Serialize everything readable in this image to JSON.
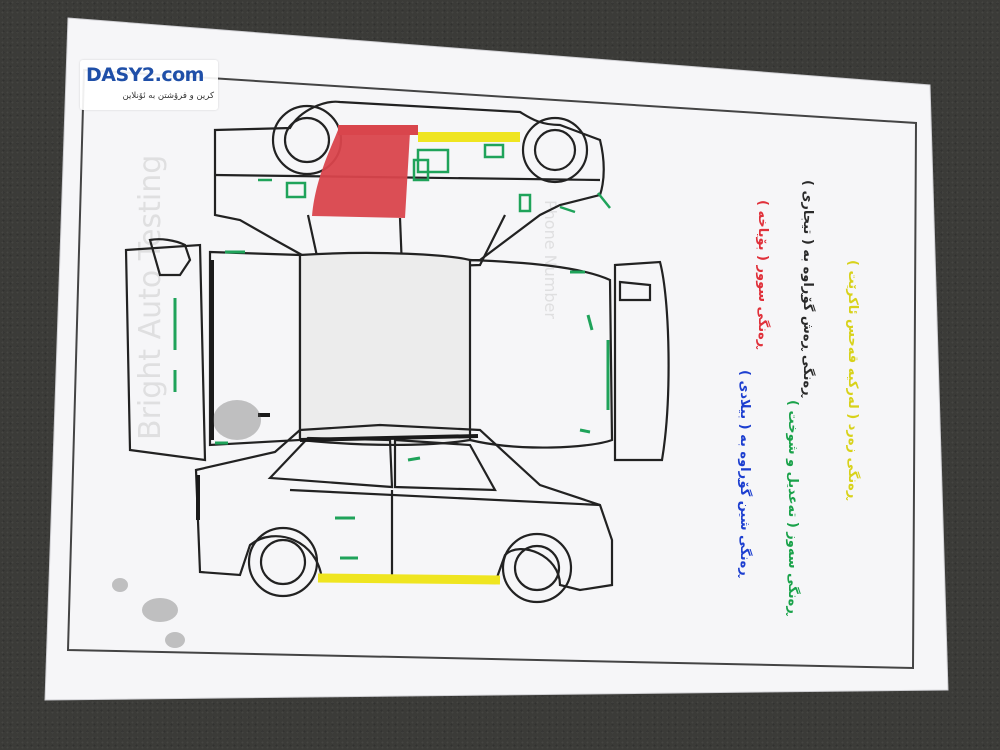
{
  "watermark": {
    "brand": "DASY2.com",
    "tagline": "کرین و فرۆشتن بە ئۆنلاین"
  },
  "legend": {
    "items": [
      {
        "label": "ڕەنگی سوور ( بۆیاخە )",
        "color": "#e0303a"
      },
      {
        "label": "ڕەنگی ڕەش گۆڕاوە بە ( تیجاری )",
        "color": "#2a2a2a"
      },
      {
        "label": "ڕەنگی شین گۆڕاوە بە ( بیلادی )",
        "color": "#1d3fd0"
      },
      {
        "label": "ڕەنگی سەوز ( تەعدیل و شوخت )",
        "color": "#1aa24a"
      },
      {
        "label": "ڕەنگی زەرد ( لەرکیە قەحس ئاکرێت )",
        "color": "#d8d21a"
      }
    ]
  },
  "colors": {
    "red": "#d9454c",
    "yellow": "#efe520",
    "green": "#1fa35a",
    "black": "#1a1a1a"
  }
}
